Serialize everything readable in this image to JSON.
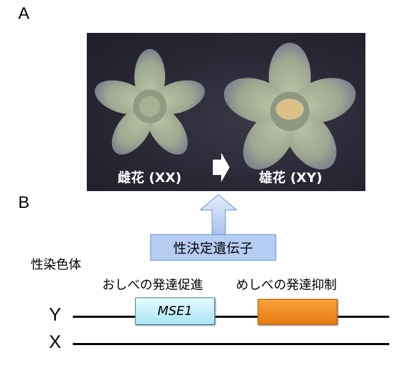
{
  "panels": {
    "a": "A",
    "b": "B"
  },
  "photo": {
    "female_caption": "雌花 (XX)",
    "male_caption": "雄花 (XY)"
  },
  "sex_determination_gene": "性決定遺伝子",
  "sex_chromosome_label": "性染色体",
  "genes": {
    "stamen_label": "おしべの発達促進",
    "pistil_label": "めしべの発達抑制",
    "mse1_name": "MSE1"
  },
  "chromosomes": {
    "y": "Y",
    "x": "X"
  },
  "colors": {
    "mse1_fill": "#bff0fb",
    "pistil_gene_fill": "#f28a1e",
    "arrow_fill": "#b5cdf3"
  }
}
